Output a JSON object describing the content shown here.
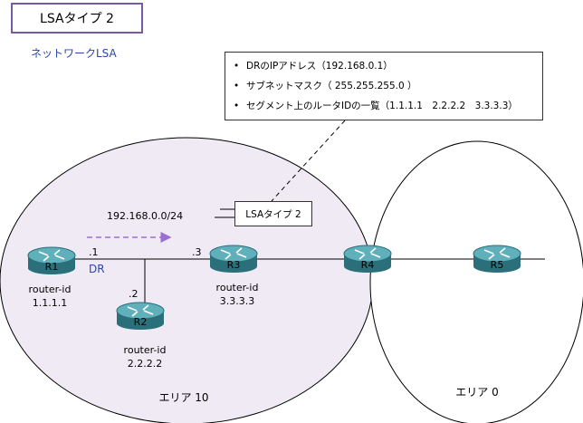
{
  "header": {
    "title": "LSAタイプ 2",
    "subtitle": "ネットワークLSA"
  },
  "callout": {
    "items": [
      "DRのIPアドレス（192.168.0.1）",
      "サブネットマスク（ 255.255.255.0 ）",
      "セグメント上のルータIDの一覧（1.1.1.1　2.2.2.2　3.3.3.3）"
    ]
  },
  "lsa_label": "LSAタイプ 2",
  "network": {
    "subnet": "192.168.0.0/24",
    "dr_label": "DR"
  },
  "routers": [
    {
      "name": "R1",
      "addr": ".1",
      "id_caption": "router-id",
      "id_value": "1.1.1.1"
    },
    {
      "name": "R2",
      "addr": ".2",
      "id_caption": "router-id",
      "id_value": "2.2.2.2"
    },
    {
      "name": "R3",
      "addr": ".3",
      "id_caption": "router-id",
      "id_value": "3.3.3.3"
    },
    {
      "name": "R4"
    },
    {
      "name": "R5"
    }
  ],
  "areas": [
    {
      "label": "エリア 10"
    },
    {
      "label": "エリア 0"
    }
  ],
  "colors": {
    "area_fill": "#efeaf4",
    "router_body": "#2f7d89",
    "router_top": "#5fb0bb",
    "title_border": "#7a5aa6",
    "subtitle": "#2a46a8",
    "arrow": "#9b6fd1"
  }
}
